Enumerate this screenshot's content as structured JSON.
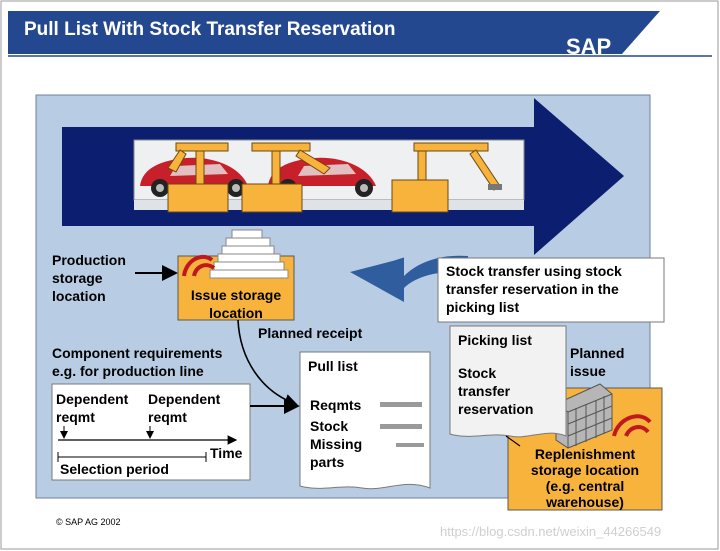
{
  "title": "Pull List With Stock Transfer Reservation",
  "logo": "SAP",
  "labels": {
    "production_storage": [
      "Production",
      "storage",
      "location"
    ],
    "issue_storage": [
      "Issue storage",
      "location"
    ],
    "stock_transfer_note": [
      "Stock transfer using stock",
      "transfer reservation in the",
      "picking list"
    ],
    "planned_receipt": "Planned receipt",
    "component_requirements": [
      "Component requirements",
      "e.g. for production line"
    ],
    "dependent_reqmt_1": [
      "Dependent",
      "reqmt"
    ],
    "dependent_reqmt_2": [
      "Dependent",
      "reqmt"
    ],
    "time": "Time",
    "selection_period": "Selection period",
    "pull_list": {
      "title": "Pull list",
      "items": [
        "Reqmts",
        "Stock",
        "Missing",
        "parts"
      ]
    },
    "picking_list": {
      "title": "Picking list",
      "lines": [
        "Stock",
        "transfer",
        "reservation"
      ]
    },
    "planned_issue": [
      "Planned",
      "issue"
    ],
    "replenishment": [
      "Replenishment",
      "storage location",
      "(e.g. central",
      "warehouse)"
    ]
  },
  "footer": "© SAP AG 2002",
  "watermark": "https://blog.csdn.net/weixin_44266549",
  "colors": {
    "header_blue": "#24488f",
    "panel": "#b8cce4",
    "big_arrow": "#0b1e6f",
    "return_arrow": "#2f5d9e",
    "orange": "#f7b33c"
  }
}
